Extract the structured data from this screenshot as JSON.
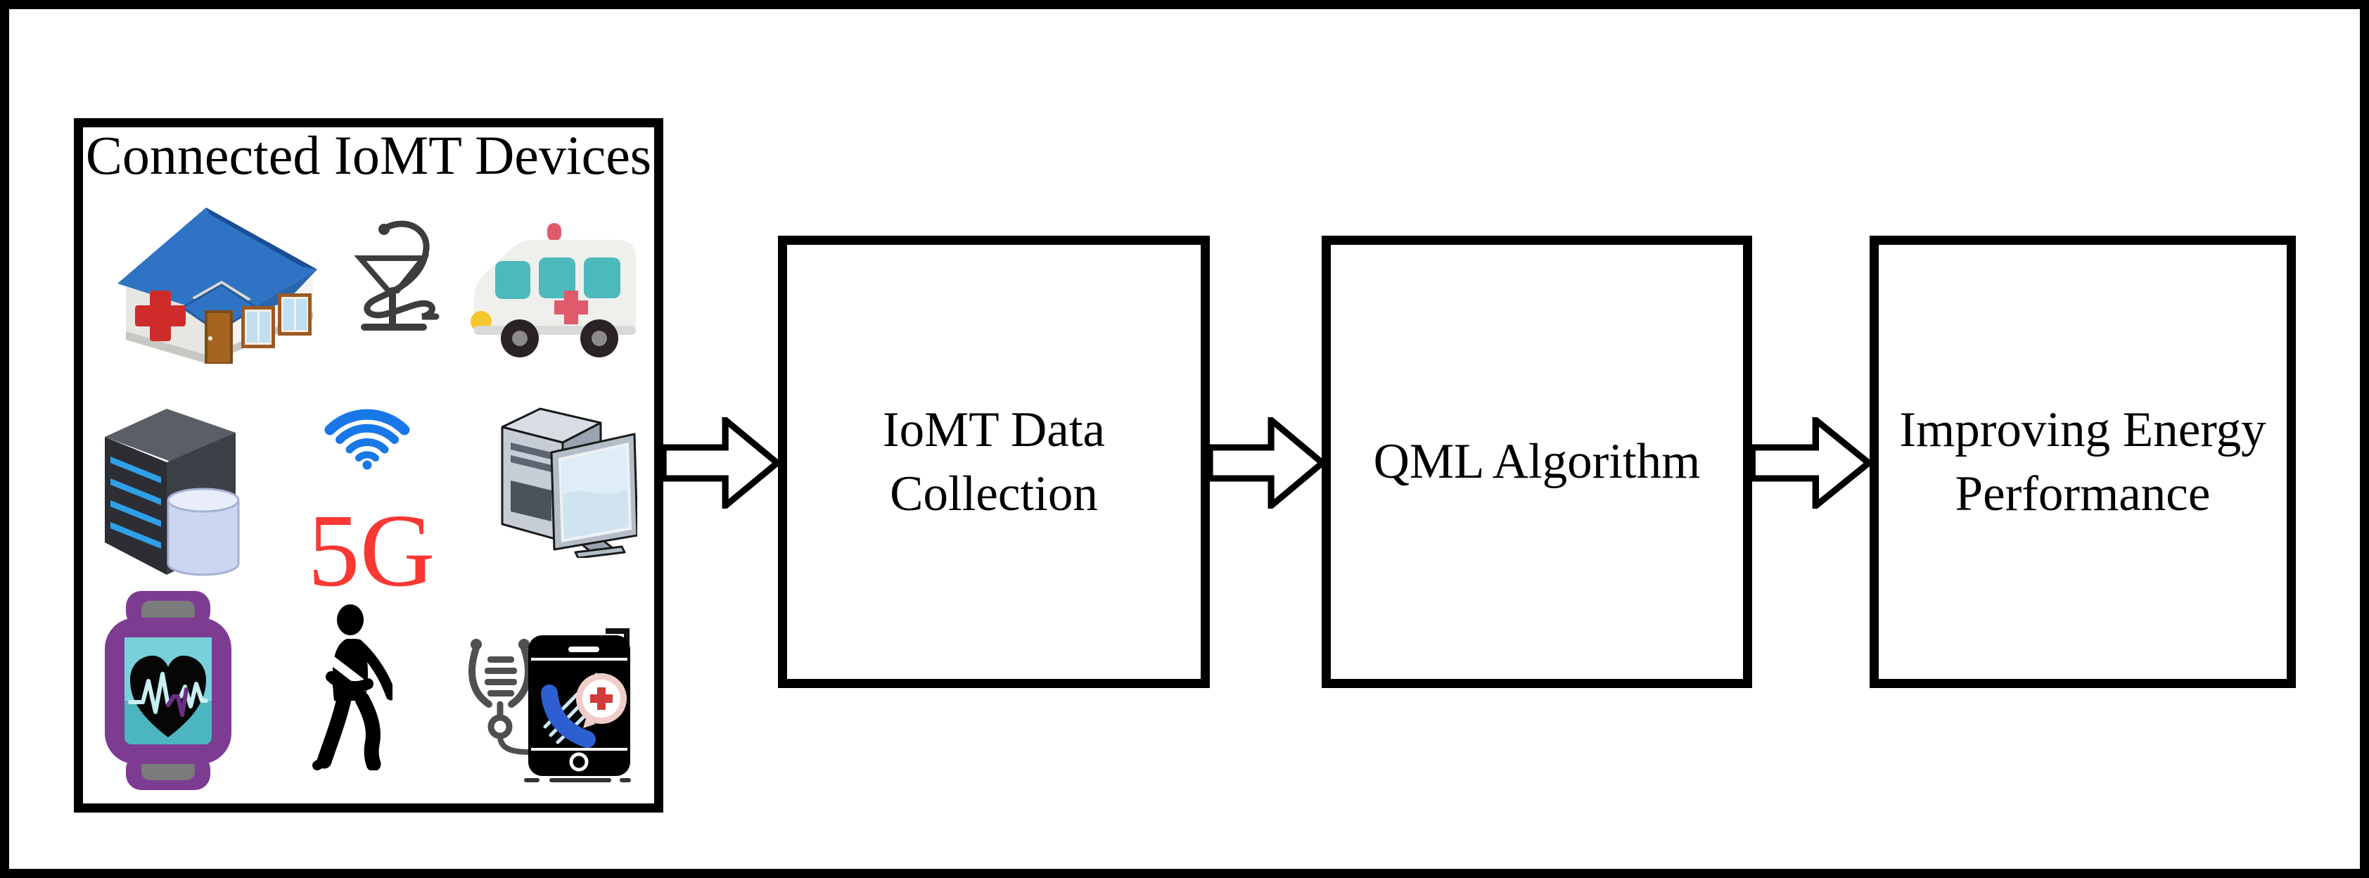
{
  "figure": {
    "panel": {
      "title": "Connected IoMT Devices",
      "network_label": "5G",
      "device_icons": [
        "hospital-icon",
        "pharmacy-icon",
        "ambulance-icon",
        "server-icon",
        "wifi-icon",
        "computer-icon",
        "smartwatch-icon",
        "walking-person-icon",
        "medical-phone-icon"
      ]
    },
    "flow_boxes": [
      {
        "label": "IoMT Data Collection",
        "lines": [
          "IoMT Data",
          "Collection"
        ]
      },
      {
        "label": "QML Algorithm",
        "lines": [
          "QML Algorithm"
        ]
      },
      {
        "label": "Improving Energy Performance",
        "lines": [
          "Improving Energy",
          "Performance"
        ]
      }
    ]
  },
  "colors": {
    "background": "#ffffff",
    "border_black": "#000000",
    "text_black": "#000000",
    "five_g_red": "#fa3833",
    "wifi_blue": "#1878e8",
    "roof_blue": "#2f74c4",
    "cross_red": "#cf2b2b",
    "ambulance_teal": "#4cb9bd",
    "ambulance_red": "#e05a6c",
    "headlight_yellow": "#f6c62e",
    "watch_purple": "#7d3c92",
    "phone_blue": "#2e5fd0",
    "bubble_pink": "#f0cdc9",
    "slot_blue": "#2f9fe8"
  }
}
